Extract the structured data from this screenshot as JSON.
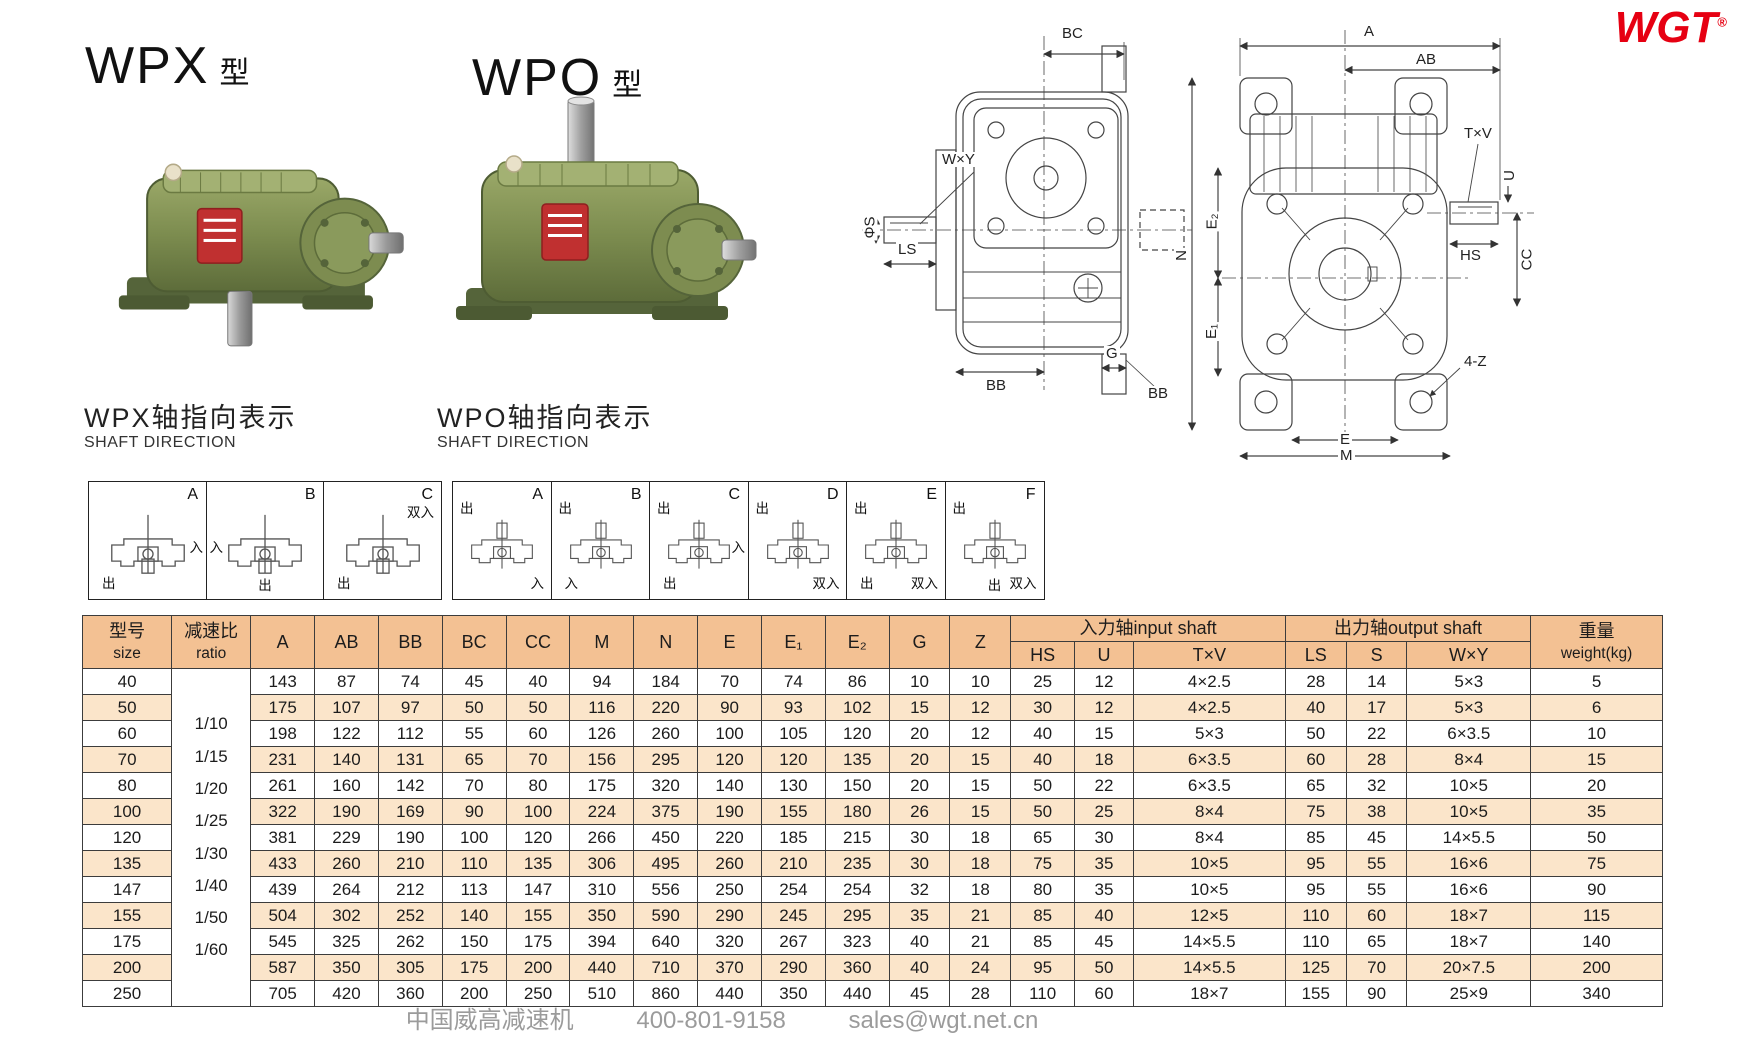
{
  "logo": {
    "text": "WGT",
    "reg": "®",
    "color": "#e60012"
  },
  "sections": {
    "wpx": {
      "model": "WPX",
      "suffix": "型",
      "dir_title": "WPX轴指向表示",
      "dir_sub": "SHAFT DIRECTION"
    },
    "wpo": {
      "model": "WPO",
      "suffix": "型",
      "dir_title": "WPO轴指向表示",
      "dir_sub": "SHAFT DIRECTION"
    }
  },
  "direction_boxes": {
    "wpx": [
      {
        "letter": "A",
        "labels": [
          {
            "t": "入",
            "p": "r"
          },
          {
            "t": "出",
            "p": "bl"
          }
        ]
      },
      {
        "letter": "B",
        "labels": [
          {
            "t": "入",
            "p": "l"
          },
          {
            "t": "出",
            "p": "bc"
          }
        ]
      },
      {
        "letter": "C",
        "labels": [
          {
            "t": "双入",
            "p": "tr2"
          },
          {
            "t": "出",
            "p": "bl"
          }
        ]
      }
    ],
    "wpo": [
      {
        "letter": "A",
        "labels": [
          {
            "t": "出",
            "p": "tl"
          },
          {
            "t": "入",
            "p": "br"
          }
        ]
      },
      {
        "letter": "B",
        "labels": [
          {
            "t": "出",
            "p": "tl"
          },
          {
            "t": "入",
            "p": "bl"
          }
        ]
      },
      {
        "letter": "C",
        "labels": [
          {
            "t": "出",
            "p": "tl"
          },
          {
            "t": "入",
            "p": "r"
          },
          {
            "t": "出",
            "p": "bl"
          }
        ]
      },
      {
        "letter": "D",
        "labels": [
          {
            "t": "出",
            "p": "tl"
          },
          {
            "t": "双入",
            "p": "br"
          }
        ]
      },
      {
        "letter": "E",
        "labels": [
          {
            "t": "出",
            "p": "tl"
          },
          {
            "t": "出",
            "p": "bl"
          },
          {
            "t": "双入",
            "p": "br"
          }
        ]
      },
      {
        "letter": "F",
        "labels": [
          {
            "t": "出",
            "p": "tl"
          },
          {
            "t": "出",
            "p": "bc"
          },
          {
            "t": "双入",
            "p": "br"
          }
        ]
      }
    ]
  },
  "drawings": {
    "side_view": {
      "bc": "BC",
      "wxy": "W×Y",
      "phis": "ΦS",
      "ls": "LS",
      "bb_left": "BB",
      "g": "G",
      "bb_right": "BB"
    },
    "front_view": {
      "a": "A",
      "ab": "AB",
      "txv": "T×V",
      "u": "U",
      "hs": "HS",
      "cc": "CC",
      "n": "N",
      "e2": "E₂",
      "e1": "E₁",
      "four_z": "4-Z",
      "e": "E",
      "m": "M"
    }
  },
  "table": {
    "col_size": {
      "zh": "型号",
      "en": "size"
    },
    "col_ratio": {
      "zh": "减速比",
      "en": "ratio"
    },
    "dim_cols": [
      "A",
      "AB",
      "BB",
      "BC",
      "CC",
      "M",
      "N",
      "E",
      "E₁",
      "E₂",
      "G",
      "Z"
    ],
    "input_group": {
      "label": "入力轴input shaft",
      "cols": [
        "HS",
        "U",
        "T×V"
      ]
    },
    "output_group": {
      "label": "出力轴output shaft",
      "cols": [
        "LS",
        "S",
        "W×Y"
      ]
    },
    "col_weight": {
      "zh": "重量",
      "en": "weight(kg)"
    },
    "ratios": [
      "1/10",
      "1/15",
      "1/20",
      "1/25",
      "1/30",
      "1/40",
      "1/50",
      "1/60"
    ],
    "rows": [
      {
        "size": "40",
        "vals": [
          "143",
          "87",
          "74",
          "45",
          "40",
          "94",
          "184",
          "70",
          "74",
          "86",
          "10",
          "10",
          "25",
          "12",
          "4×2.5",
          "28",
          "14",
          "5×3",
          "5"
        ]
      },
      {
        "size": "50",
        "vals": [
          "175",
          "107",
          "97",
          "50",
          "50",
          "116",
          "220",
          "90",
          "93",
          "102",
          "15",
          "12",
          "30",
          "12",
          "4×2.5",
          "40",
          "17",
          "5×3",
          "6"
        ]
      },
      {
        "size": "60",
        "vals": [
          "198",
          "122",
          "112",
          "55",
          "60",
          "126",
          "260",
          "100",
          "105",
          "120",
          "20",
          "12",
          "40",
          "15",
          "5×3",
          "50",
          "22",
          "6×3.5",
          "10"
        ]
      },
      {
        "size": "70",
        "vals": [
          "231",
          "140",
          "131",
          "65",
          "70",
          "156",
          "295",
          "120",
          "120",
          "135",
          "20",
          "15",
          "40",
          "18",
          "6×3.5",
          "60",
          "28",
          "8×4",
          "15"
        ]
      },
      {
        "size": "80",
        "vals": [
          "261",
          "160",
          "142",
          "70",
          "80",
          "175",
          "320",
          "140",
          "130",
          "150",
          "20",
          "15",
          "50",
          "22",
          "6×3.5",
          "65",
          "32",
          "10×5",
          "20"
        ]
      },
      {
        "size": "100",
        "vals": [
          "322",
          "190",
          "169",
          "90",
          "100",
          "224",
          "375",
          "190",
          "155",
          "180",
          "26",
          "15",
          "50",
          "25",
          "8×4",
          "75",
          "38",
          "10×5",
          "35"
        ]
      },
      {
        "size": "120",
        "vals": [
          "381",
          "229",
          "190",
          "100",
          "120",
          "266",
          "450",
          "220",
          "185",
          "215",
          "30",
          "18",
          "65",
          "30",
          "8×4",
          "85",
          "45",
          "14×5.5",
          "50"
        ]
      },
      {
        "size": "135",
        "vals": [
          "433",
          "260",
          "210",
          "110",
          "135",
          "306",
          "495",
          "260",
          "210",
          "235",
          "30",
          "18",
          "75",
          "35",
          "10×5",
          "95",
          "55",
          "16×6",
          "75"
        ]
      },
      {
        "size": "147",
        "vals": [
          "439",
          "264",
          "212",
          "113",
          "147",
          "310",
          "556",
          "250",
          "254",
          "254",
          "32",
          "18",
          "80",
          "35",
          "10×5",
          "95",
          "55",
          "16×6",
          "90"
        ]
      },
      {
        "size": "155",
        "vals": [
          "504",
          "302",
          "252",
          "140",
          "155",
          "350",
          "590",
          "290",
          "245",
          "295",
          "35",
          "21",
          "85",
          "40",
          "12×5",
          "110",
          "60",
          "18×7",
          "115"
        ]
      },
      {
        "size": "175",
        "vals": [
          "545",
          "325",
          "262",
          "150",
          "175",
          "394",
          "640",
          "320",
          "267",
          "323",
          "40",
          "21",
          "85",
          "45",
          "14×5.5",
          "110",
          "65",
          "18×7",
          "140"
        ]
      },
      {
        "size": "200",
        "vals": [
          "587",
          "350",
          "305",
          "175",
          "200",
          "440",
          "710",
          "370",
          "290",
          "360",
          "40",
          "24",
          "95",
          "50",
          "14×5.5",
          "125",
          "70",
          "20×7.5",
          "200"
        ]
      },
      {
        "size": "250",
        "vals": [
          "705",
          "420",
          "360",
          "200",
          "250",
          "510",
          "860",
          "440",
          "350",
          "440",
          "45",
          "28",
          "110",
          "60",
          "18×7",
          "155",
          "90",
          "25×9",
          "340"
        ]
      }
    ]
  },
  "footer": {
    "company": "中国威高减速机",
    "phone": "400-801-9158",
    "email": "sales@wgt.net.cn"
  },
  "colors": {
    "logo_red": "#e60012",
    "header_bg": "#f3c193",
    "row_alt_bg": "#fbe5ca",
    "gearbox_green": "#7c8c4f"
  }
}
